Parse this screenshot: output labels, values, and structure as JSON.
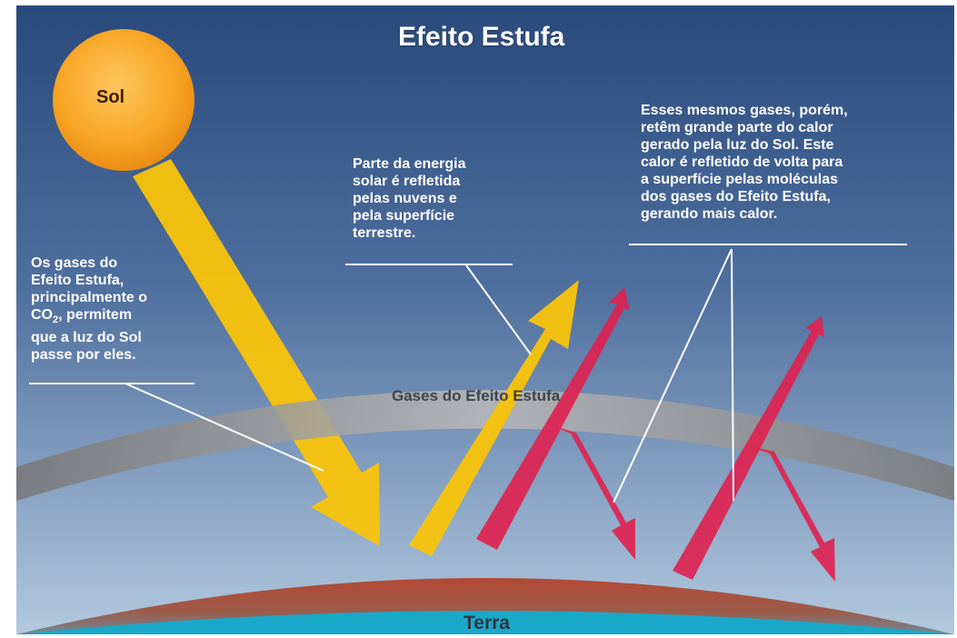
{
  "title": "Efeito Estufa",
  "sun": {
    "label": "Sol"
  },
  "band": {
    "label": "Gases do Efeito Estufa"
  },
  "earth": {
    "label": "Terra"
  },
  "annotations": {
    "left": {
      "lines": [
        "Os gases do",
        "Efeito Estufa,",
        "principalmente o",
        "CO",
        "2",
        ", permitem",
        "que a luz do Sol",
        "passe por eles."
      ]
    },
    "middle": {
      "lines": [
        "Parte da energia",
        "solar é refletida",
        "pelas nuvens e",
        "pela superfície",
        "terrestre."
      ]
    },
    "right": {
      "lines": [
        "Esses mesmos gases, porém,",
        "retêm grande parte do calor",
        "gerado pela luz do Sol. Este",
        "calor é refletido de volta para",
        "a superfície pelas moléculas",
        "dos gases do Efeito Estufa,",
        "gerando mais calor."
      ]
    }
  },
  "colors": {
    "sky_top": "#2a4a7c",
    "sky_bottom": "#a9c2db",
    "sun": "#f6a51e",
    "solar_arrow": "#f8c30a",
    "heat_arrow": "#e0204f",
    "gas_band": "#9e9e9e",
    "earth": "#b94c38",
    "ocean": "#1aa8c8",
    "text": "#ffffff"
  }
}
